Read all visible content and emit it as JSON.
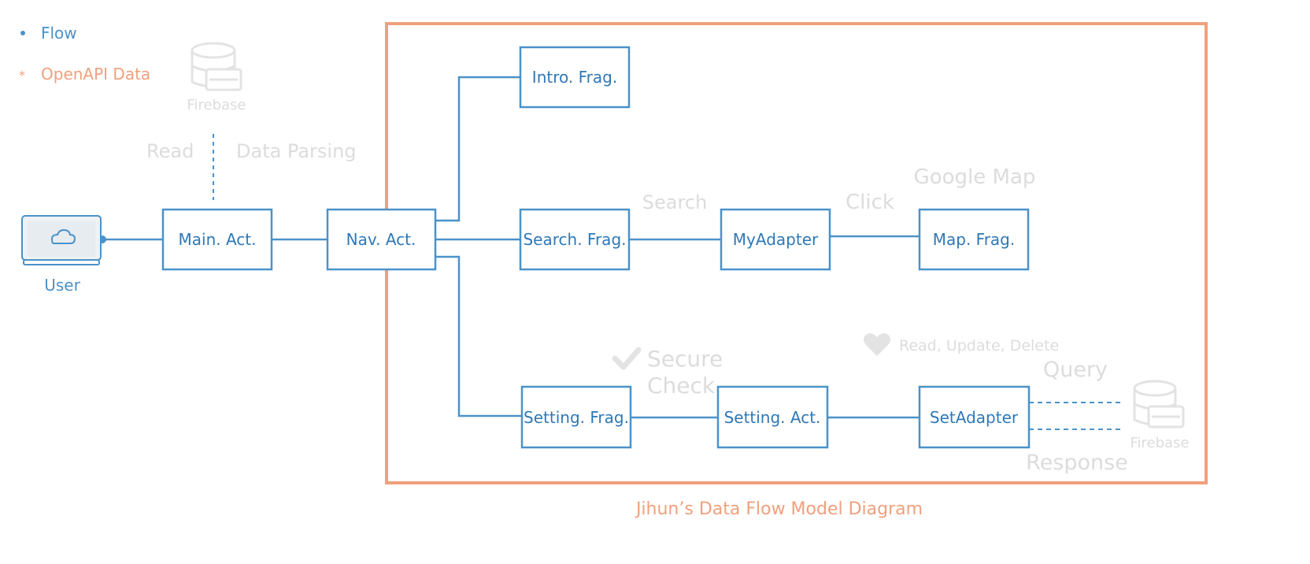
{
  "legend": {
    "flow_label": "Flow",
    "openapi_label": "OpenAPI Data"
  },
  "title": "Jihun’s Data Flow Model Diagram",
  "user_label": "User",
  "nodes": {
    "main_act": "Main. Act.",
    "nav_act": "Nav. Act.",
    "intro_frag": "Intro. Frag.",
    "search_frag": "Search. Frag.",
    "myadapter": "MyAdapter",
    "map_frag": "Map. Frag.",
    "setting_frag": "Setting. Frag.",
    "setting_act": "Setting. Act.",
    "setadapter": "SetAdapter"
  },
  "annotations": {
    "firebase_top": "Firebase",
    "read": "Read",
    "data_parsing": "Data Parsing",
    "search": "Search",
    "click": "Click",
    "google_map": "Google Map",
    "secure": "Secure",
    "check": "Check",
    "read_update_delete": "Read, Update, Delete",
    "query": "Query",
    "response": "Response",
    "firebase_bottom": "Firebase"
  },
  "colors": {
    "flow": "#4b92c8",
    "openapi": "#f0a07c",
    "faint": "#dcdcdc"
  }
}
